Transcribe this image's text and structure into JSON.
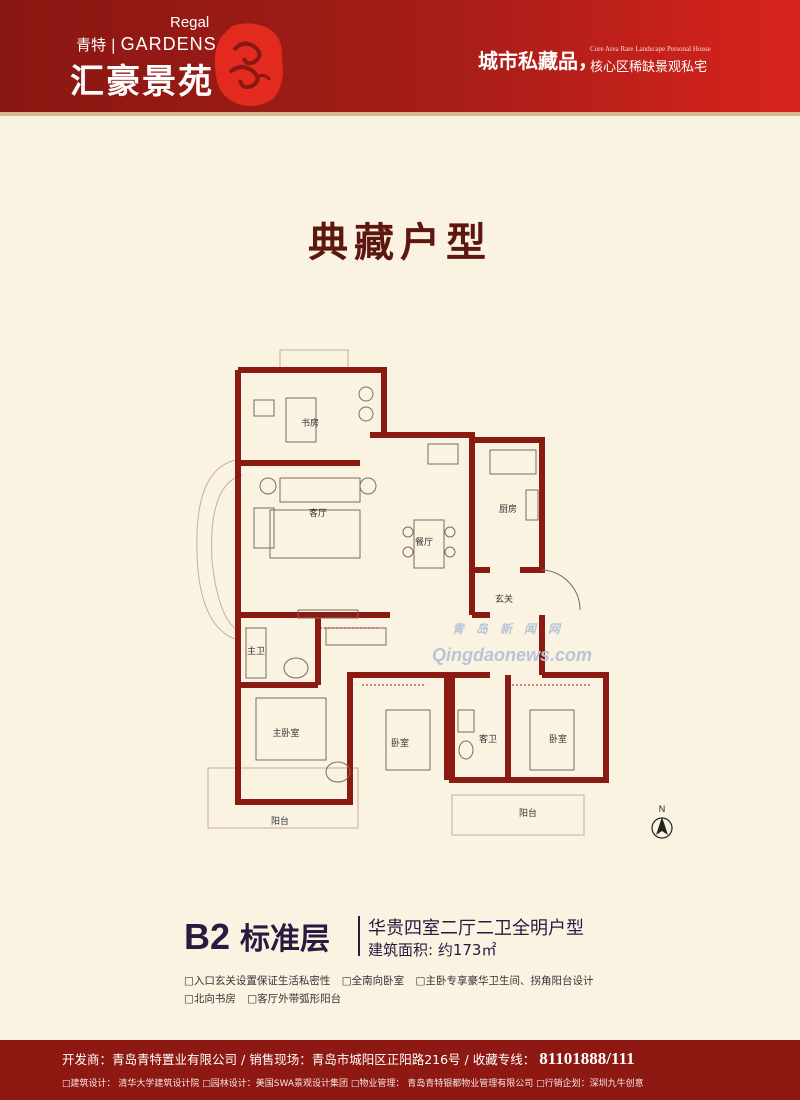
{
  "brand": {
    "en_top": "Regal",
    "sub_cn": "青特",
    "sub_en": "GARDENS",
    "name_cn": "汇豪景苑"
  },
  "tagline": {
    "main": "城市私藏品，",
    "en": "Core Area Rare Landscape Personal House",
    "sub": "核心区稀缺景观私宅"
  },
  "title": "典藏户型",
  "plan": {
    "rooms": {
      "study": "书房",
      "living": "客厅",
      "dining": "餐厅",
      "kitchen": "厨房",
      "foyer": "玄关",
      "master_bath": "主卫",
      "master_bedroom": "主卧室",
      "bedroom1": "卧室",
      "guest_bath": "客卫",
      "bedroom2": "卧室",
      "balcony1": "阳台",
      "balcony2": "阳台"
    },
    "north": "N"
  },
  "watermark": {
    "cn": "青岛新闻网",
    "en": "Qingdaonews.com"
  },
  "model": {
    "code": "B2",
    "code_cn": "标准层",
    "desc": "华贵四室二厅二卫全明户型",
    "area_label": "建筑面积:",
    "area_value": "约173㎡"
  },
  "features": [
    "□入口玄关设置保证生活私密性",
    "□全南向卧室",
    "□主卧专享豪华卫生间、拐角阳台设计",
    "□北向书房",
    "□客厅外带弧形阳台"
  ],
  "footer": {
    "developer": "开发商：青岛青特置业有限公司",
    "sep1": "/",
    "sales": "销售现场：青岛市城阳区正阳路216号",
    "sep2": "/",
    "hotline_label": "收藏专线：",
    "hotline": "81101888/111",
    "credits": "□建筑设计：  清华大学建筑设计院   □园林设计：美国SWA景观设计集团   □物业管理：  青岛青特银都物业管理有限公司   □行销企划：深圳九牛创意"
  },
  "colors": {
    "brand_red": "#8e1812",
    "wall": "#8b1a12",
    "background": "#fbf3e2"
  }
}
